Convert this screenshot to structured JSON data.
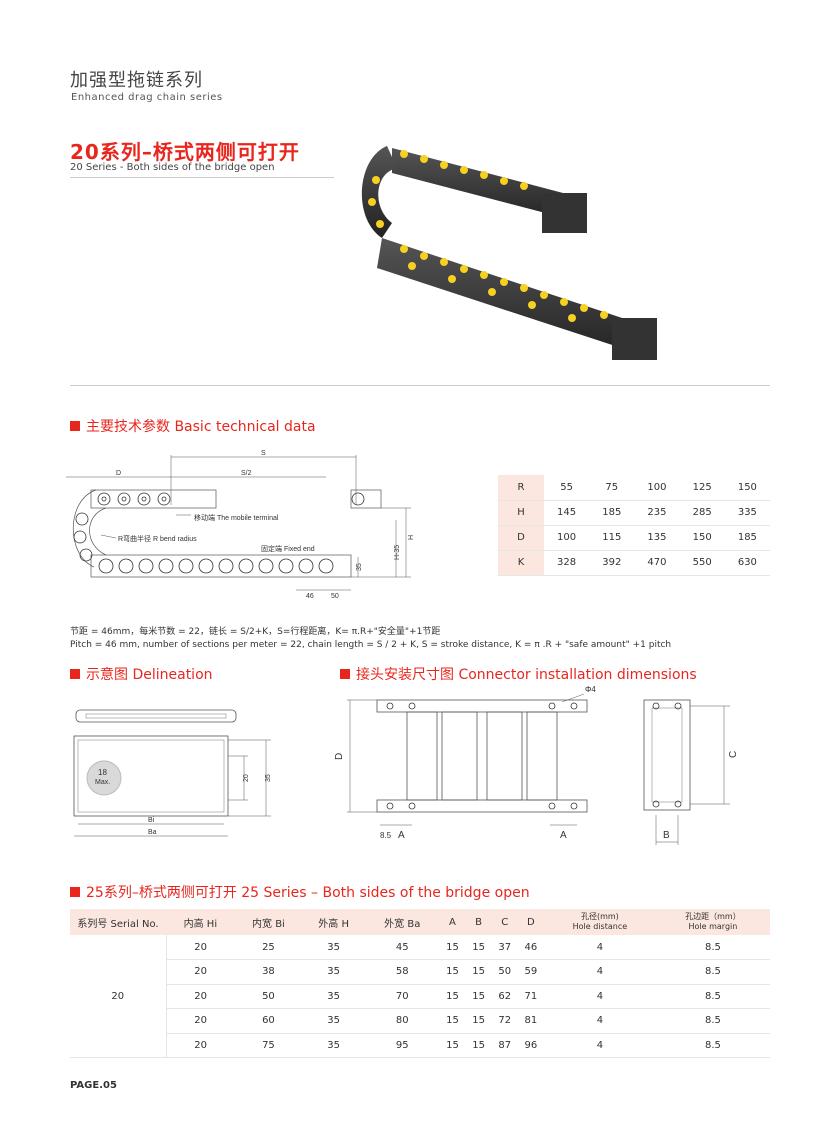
{
  "header": {
    "title_cn": "加强型拖链系列",
    "title_en": "Enhanced drag chain series"
  },
  "series": {
    "title": "20系列–桥式两侧可打开",
    "subtitle": "20 Series - Both sides of the bridge open"
  },
  "basic_data": {
    "heading": "主要技术参数 Basic technical data",
    "diagram_labels": {
      "s": "S",
      "s2": "S/2",
      "d": "D",
      "mobile": "移动端 The mobile terminal",
      "radius": "R弯曲半径 R bend radius",
      "fixed": "固定端 Fixed end",
      "h35": "H-35",
      "h": "H",
      "dim35": "35",
      "dim46": "46",
      "dim50": "50"
    },
    "table": [
      [
        "R",
        "55",
        "75",
        "100",
        "125",
        "150"
      ],
      [
        "H",
        "145",
        "185",
        "235",
        "285",
        "335"
      ],
      [
        "D",
        "100",
        "115",
        "135",
        "150",
        "185"
      ],
      [
        "K",
        "328",
        "392",
        "470",
        "550",
        "630"
      ]
    ],
    "pitch_cn": "节距 = 46mm，每米节数 = 22，链长 = S/2+K，S=行程距离，K= π.R+\"安全量\"+1节距",
    "pitch_en": "Pitch = 46 mm, number of sections per meter = 22, chain length = S / 2 + K, S = stroke distance, K = π .R + \"safe amount\" +1 pitch"
  },
  "delineation": {
    "heading": "示意图 Delineation",
    "max_label_1": "18",
    "max_label_2": "Max.",
    "bi": "Bi",
    "ba": "Ba",
    "dim20": "20",
    "dim35": "35"
  },
  "connector": {
    "heading": "接头安装尺寸图 Connector installation dimensions",
    "phi": "Φ4",
    "d": "D",
    "a": "A",
    "a2": "A",
    "dim85": "8.5",
    "c": "C",
    "b": "B"
  },
  "series25": {
    "heading": "25系列–桥式两侧可打开 25 Series – Both sides of the bridge open",
    "headers": [
      "系列号 Serial No.",
      "内高 Hi",
      "内宽 Bi",
      "外高 H",
      "外宽 Ba",
      "A",
      "B",
      "C",
      "D"
    ],
    "hole_dist_cn": "孔径(mm)",
    "hole_dist_en": "Hole distance",
    "hole_margin_cn": "孔边距（mm）",
    "hole_margin_en": "Hole margin",
    "serial": "20",
    "rows": [
      [
        "20",
        "25",
        "35",
        "45",
        "15",
        "15",
        "37",
        "46",
        "4",
        "8.5"
      ],
      [
        "20",
        "38",
        "35",
        "58",
        "15",
        "15",
        "50",
        "59",
        "4",
        "8.5"
      ],
      [
        "20",
        "50",
        "35",
        "70",
        "15",
        "15",
        "62",
        "71",
        "4",
        "8.5"
      ],
      [
        "20",
        "60",
        "35",
        "80",
        "15",
        "15",
        "72",
        "81",
        "4",
        "8.5"
      ],
      [
        "20",
        "75",
        "35",
        "95",
        "15",
        "15",
        "87",
        "96",
        "4",
        "8.5"
      ]
    ]
  },
  "page": "PAGE.05"
}
